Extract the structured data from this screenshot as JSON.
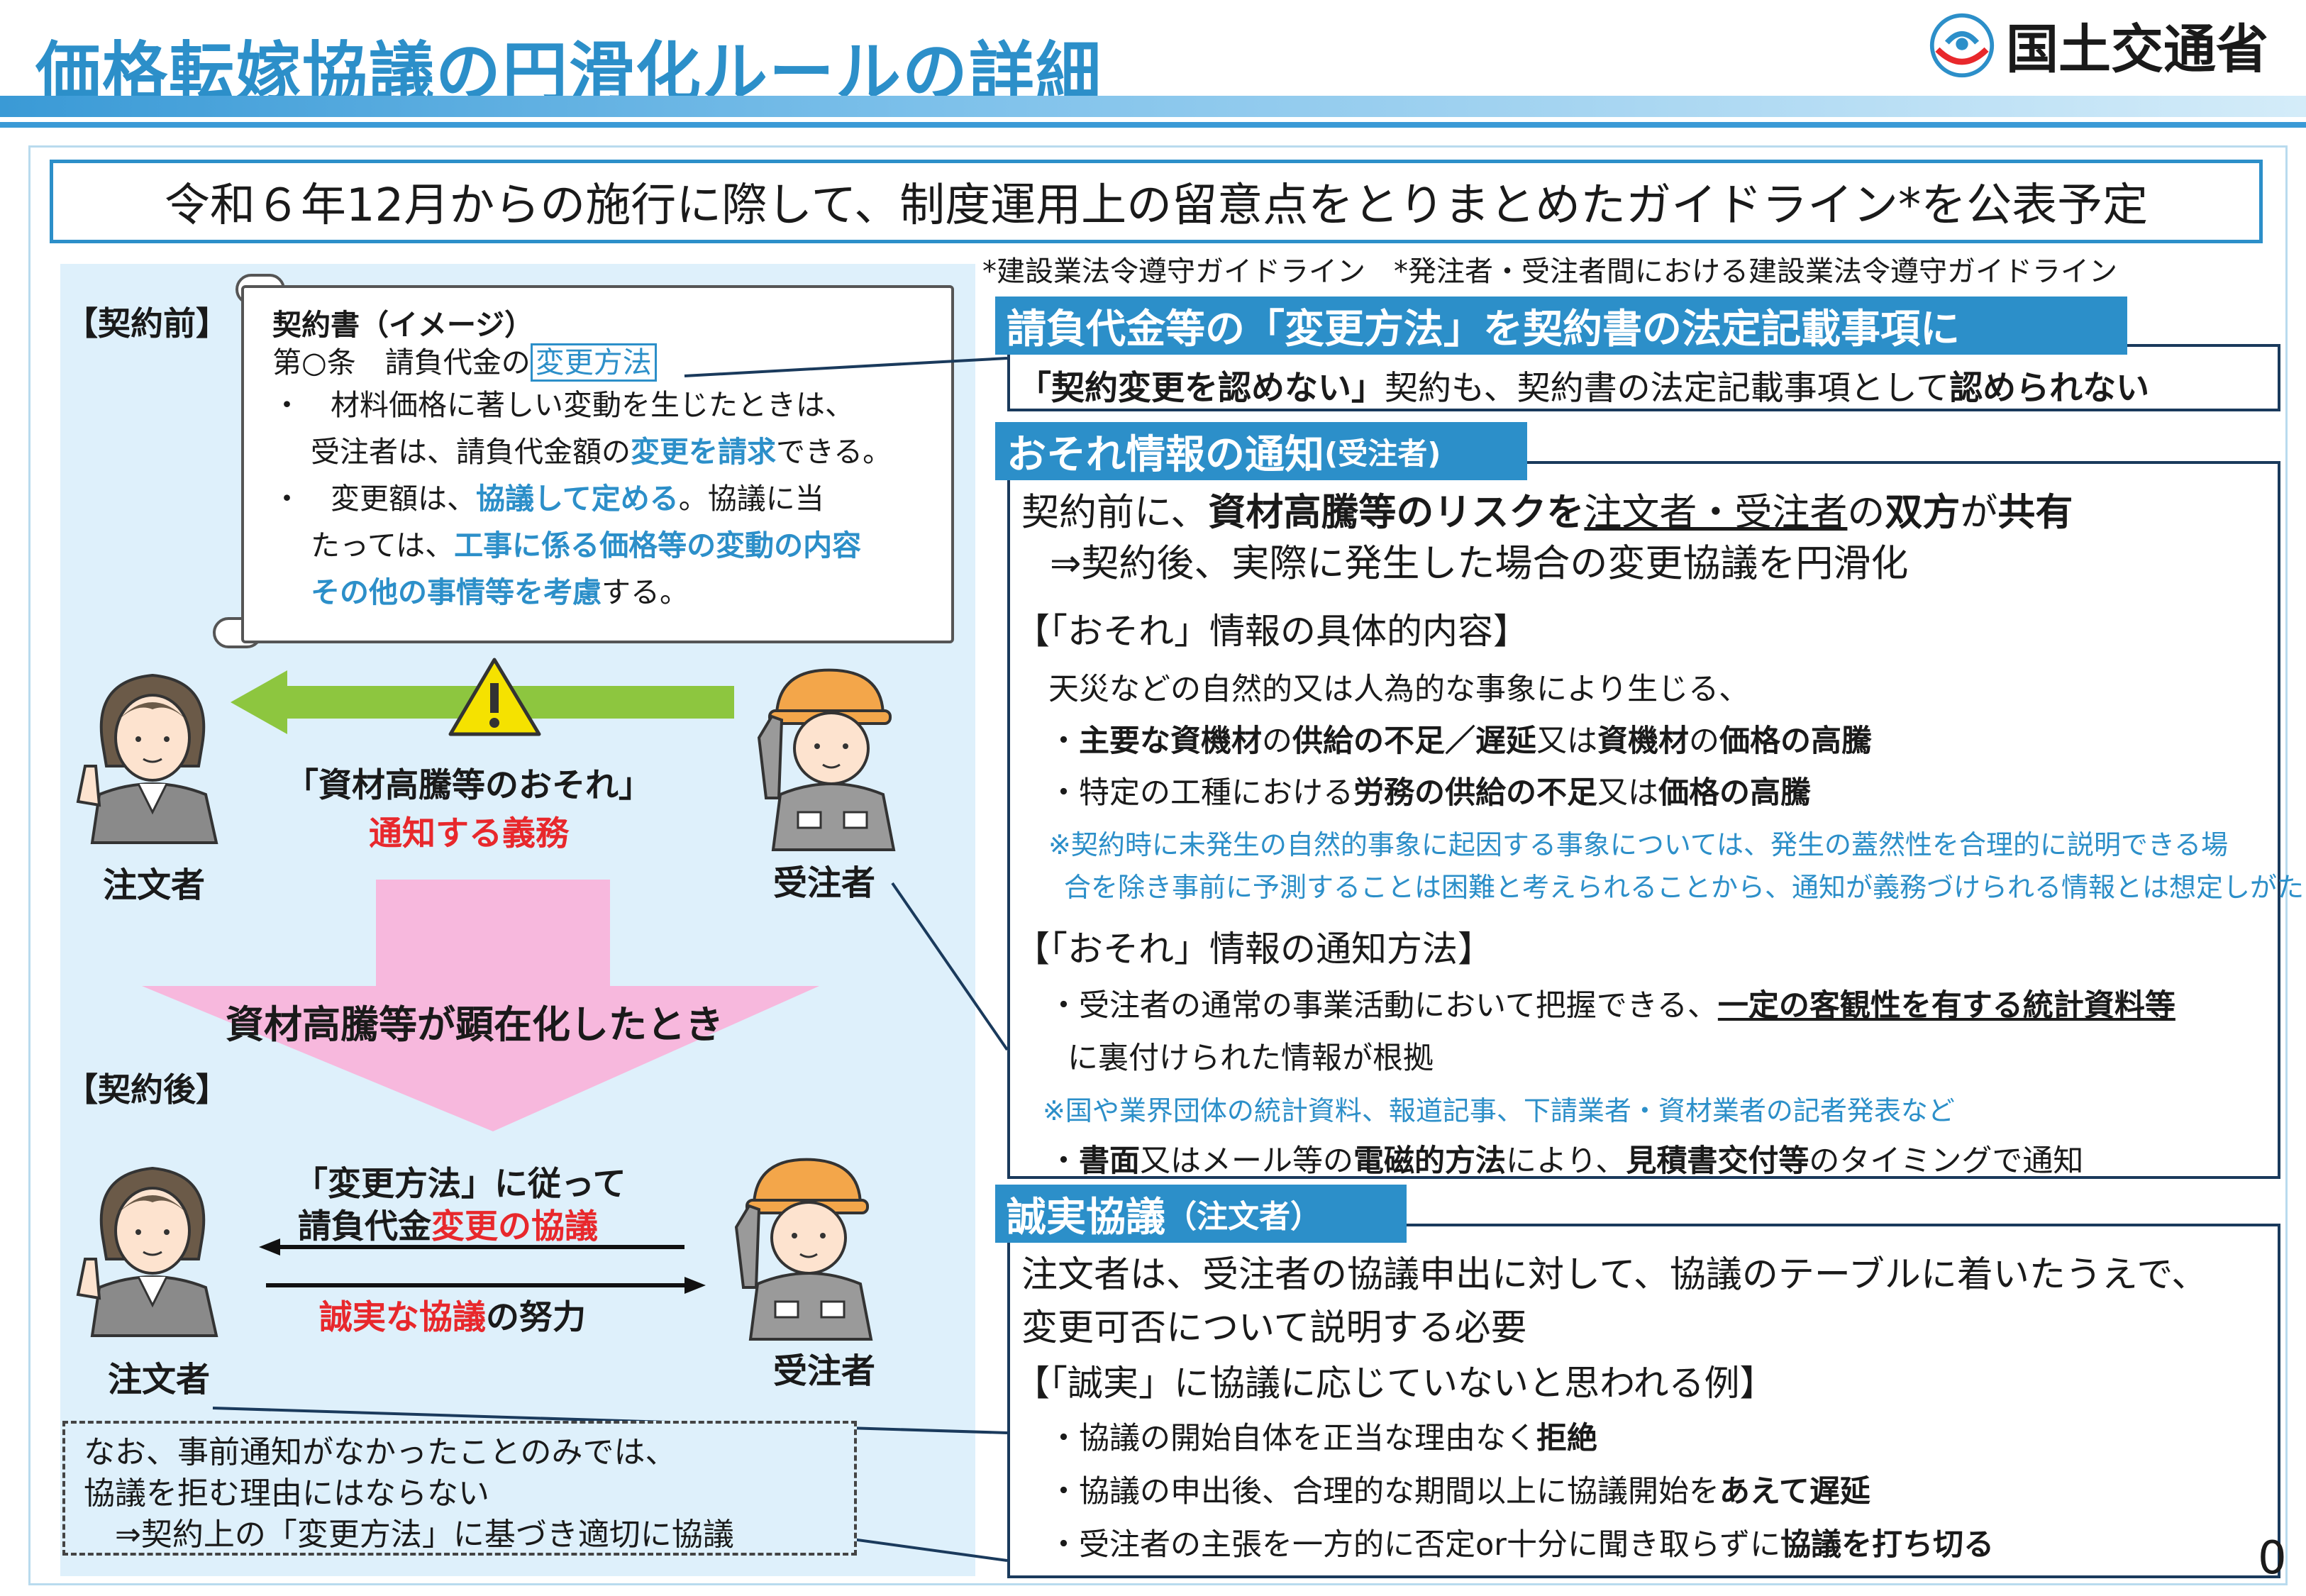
{
  "header": {
    "title": "価格転嫁協議の円滑化ルールの詳細",
    "logo_text": "国土交通省",
    "logo_icon": "mlit-logo-icon"
  },
  "banner": {
    "text": "令和６年12月からの施行に際して、制度運用上の留意点をとりまとめたガイドライン*を公表予定",
    "note": "*建設業法令遵守ガイドライン　*発注者・受注者間における建設業法令遵守ガイドライン"
  },
  "left": {
    "before_label": "【契約前】",
    "after_label": "【契約後】",
    "contract": {
      "title": "契約書（イメージ）",
      "article_prefix": "第○条　請負代金の",
      "article_boxed": "変更方法",
      "bullet1_a": "・　材料価格に著しい変動を生じたときは、",
      "bullet1_b_pre": "受注者は、請負代金額の",
      "bullet1_b_hl": "変更を請求",
      "bullet1_b_post": "できる。",
      "bullet2_a_pre": "・　変更額は、",
      "bullet2_a_hl": "協議して定める",
      "bullet2_a_post": "。協議に当",
      "bullet2_b_pre": "たっては、",
      "bullet2_b_hl": "工事に係る価格等の変動の内容",
      "bullet2_c_hl": "その他の事情等を考慮",
      "bullet2_c_post": "する。"
    },
    "orderer": "注文者",
    "contractor": "受注者",
    "notice_line1": "「資材高騰等のおそれ」",
    "notice_line2": "通知する義務",
    "arrow_text": "資材高騰等が顕在化したとき",
    "change_line1": "「変更方法」に従って",
    "change_line2_pre": "請負代金",
    "change_line2_red": "変更の協議",
    "effort_red": "誠実な協議",
    "effort_post": "の努力",
    "orderer2": "注文者",
    "contractor2": "受注者",
    "dash_note": [
      "なお、事前通知がなかったことのみでは、",
      "協議を拒む理由にはならない",
      "　⇒契約上の「変更方法」に基づき適切に協議"
    ]
  },
  "right": {
    "sec1": {
      "heading": "請負代金等の「変更方法」を契約書の法定記載事項に",
      "line_b1": "「契約変更を認めない」",
      "line_n1": "契約も、契約書の法定記載事項として",
      "line_b2": "認められない"
    },
    "sec2": {
      "heading": "おそれ情報の通知",
      "heading_sub": "(受注者)",
      "l1_n1": "契約前に、",
      "l1_b1": "資材高騰等のリスクを",
      "l1_u1": "注文者・受注者",
      "l1_n2": "の",
      "l1_b2": "双方",
      "l1_n3": "が",
      "l1_b3": "共有",
      "l2": "⇒契約後、実際に発生した場合の変更協議を円滑化",
      "sub1": "【「おそれ」情報の具体的内容】",
      "s1_l1": "天災などの自然的又は人為的な事象により生じる、",
      "s1_l2_pre": "・",
      "s1_l2_b1": "主要な資機材",
      "s1_l2_n1": "の",
      "s1_l2_b2": "供給の不足／遅延",
      "s1_l2_n2": "又は",
      "s1_l2_b3": "資機材",
      "s1_l2_n3": "の",
      "s1_l2_b4": "価格の高騰",
      "s1_l3_n1": "・特定の工種における",
      "s1_l3_b1": "労務の供給の不足",
      "s1_l3_n2": "又は",
      "s1_l3_b2": "価格の高騰",
      "s1_note1": "※契約時に未発生の自然的事象に起因する事象については、発生の蓋然性を合理的に説明できる場",
      "s1_note2": "合を除き事前に予測することは困難と考えられることから、通知が義務づけられる情報とは想定しがたい。",
      "sub2": "【「おそれ」情報の通知方法】",
      "s2_l1_n": "・受注者の通常の事業活動において把握できる、",
      "s2_l1_b": "一定の客観性を有する統計資料等",
      "s2_l2": "に裏付けられた情報が根拠",
      "s2_note": "※国や業界団体の統計資料、報道記事、下請業者・資材業者の記者発表など",
      "s2_l3_n1": "・",
      "s2_l3_b1": "書面",
      "s2_l3_n2": "又はメール等の",
      "s2_l3_b2": "電磁的方法",
      "s2_l3_n3": "により、",
      "s2_l3_b3": "見積書交付等",
      "s2_l3_n4": "のタイミングで通知"
    },
    "sec3": {
      "heading": "誠実協議",
      "heading_sub": "（注文者）",
      "l1": "注文者は、受注者の協議申出に対して、協議のテーブルに着いたうえで、",
      "l2": "変更可否について説明する必要",
      "sub": "【「誠実」に協議に応じていないと思われる例】",
      "e1_n": "・協議の開始自体を正当な理由なく",
      "e1_b": "拒絶",
      "e2_n": "・協議の申出後、合理的な期間以上に協議開始を",
      "e2_b": "あえて遅延",
      "e3_n": "・受注者の主張を一方的に否定or十分に聞き取らずに",
      "e3_b": "協議を打ち切る"
    }
  },
  "page_number": "0",
  "colors": {
    "accent": "#2c8fc9",
    "red": "#e8282c",
    "green_arrow": "#8dc63f",
    "pink_arrow": "#f7b8dd",
    "warning": "#f5e200"
  }
}
